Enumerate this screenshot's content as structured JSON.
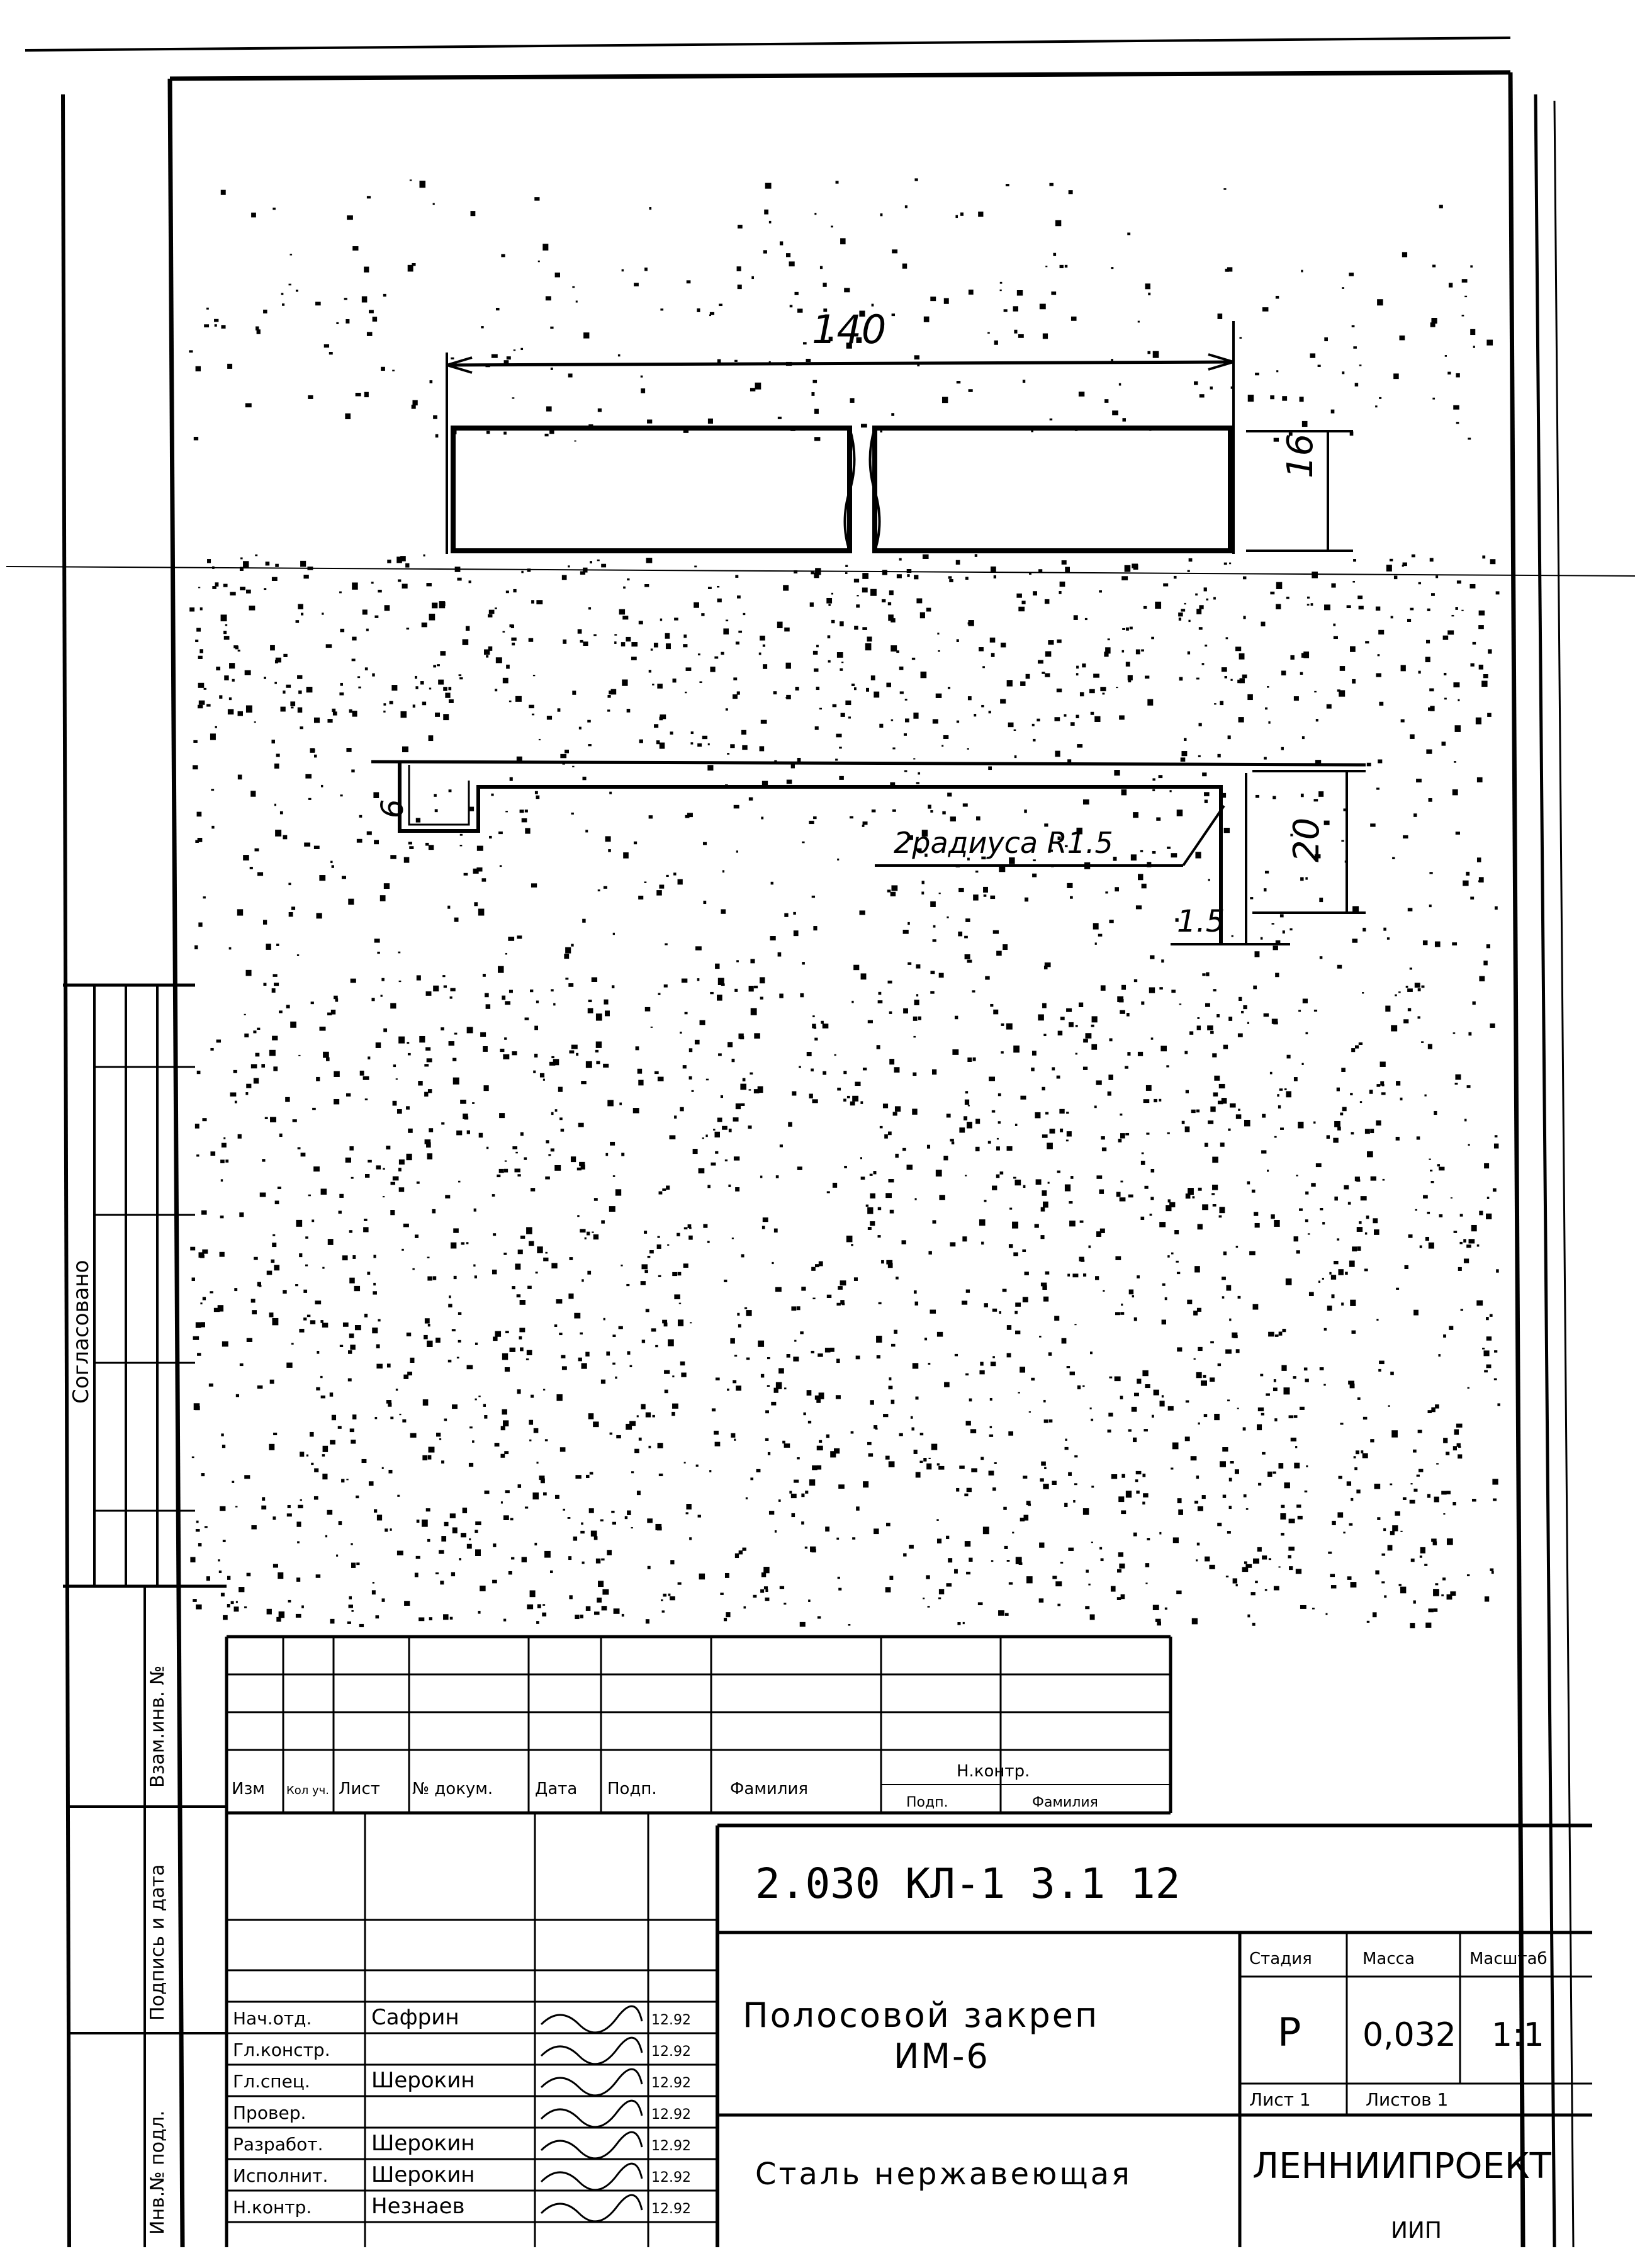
{
  "drawing": {
    "dim_length": "140",
    "dim_width": "16",
    "dim_height": "20",
    "dim_lip": "6",
    "dim_thickness": "1.5",
    "bend_note": "2радиуса R1.5"
  },
  "side_stamp": {
    "agreed": "Согласовано",
    "inv_replace": "Взам.инв. №",
    "sign_date": "Подпись и дата",
    "inv_orig": "Инв.№ подл."
  },
  "revision_table": {
    "headers": [
      "Изм",
      "Кол уч.",
      "Лист",
      "№ докум.",
      "Дата",
      "Подп.",
      "Фамилия"
    ],
    "norm_control": "Н.контр.",
    "norm_sub": [
      "Подп.",
      "Фамилия"
    ]
  },
  "title_block": {
    "designation": "2.030 КЛ-1 3.1 12",
    "title_line1": "Полосовой закреп",
    "title_line2": "ИМ-6",
    "material": "Сталь нержавеющая",
    "organization": "ЛЕННИИПРОЕКТ",
    "org_sub": "ИИП",
    "stage_label": "Стадия",
    "mass_label": "Масса",
    "scale_label": "Масштаб",
    "stage": "Р",
    "mass": "0,032",
    "scale": "1:1",
    "sheet_label": "Лист 1",
    "sheets_label": "Листов 1",
    "staff": [
      {
        "role": "Нач.отд.",
        "name": "Сафрин",
        "date": "12.92"
      },
      {
        "role": "Гл.констр.",
        "name": "",
        "date": "12.92"
      },
      {
        "role": "Гл.спец.",
        "name": "Шерокин",
        "date": "12.92"
      },
      {
        "role": "Провер.",
        "name": "",
        "date": "12.92"
      },
      {
        "role": "Разработ.",
        "name": "Шерокин",
        "date": "12.92"
      },
      {
        "role": "Исполнит.",
        "name": "Шерокин",
        "date": "12.92"
      },
      {
        "role": "Н.контр.",
        "name": "Незнаев",
        "date": "12.92"
      }
    ]
  },
  "colors": {
    "ink": "#000000",
    "paper": "#ffffff"
  }
}
